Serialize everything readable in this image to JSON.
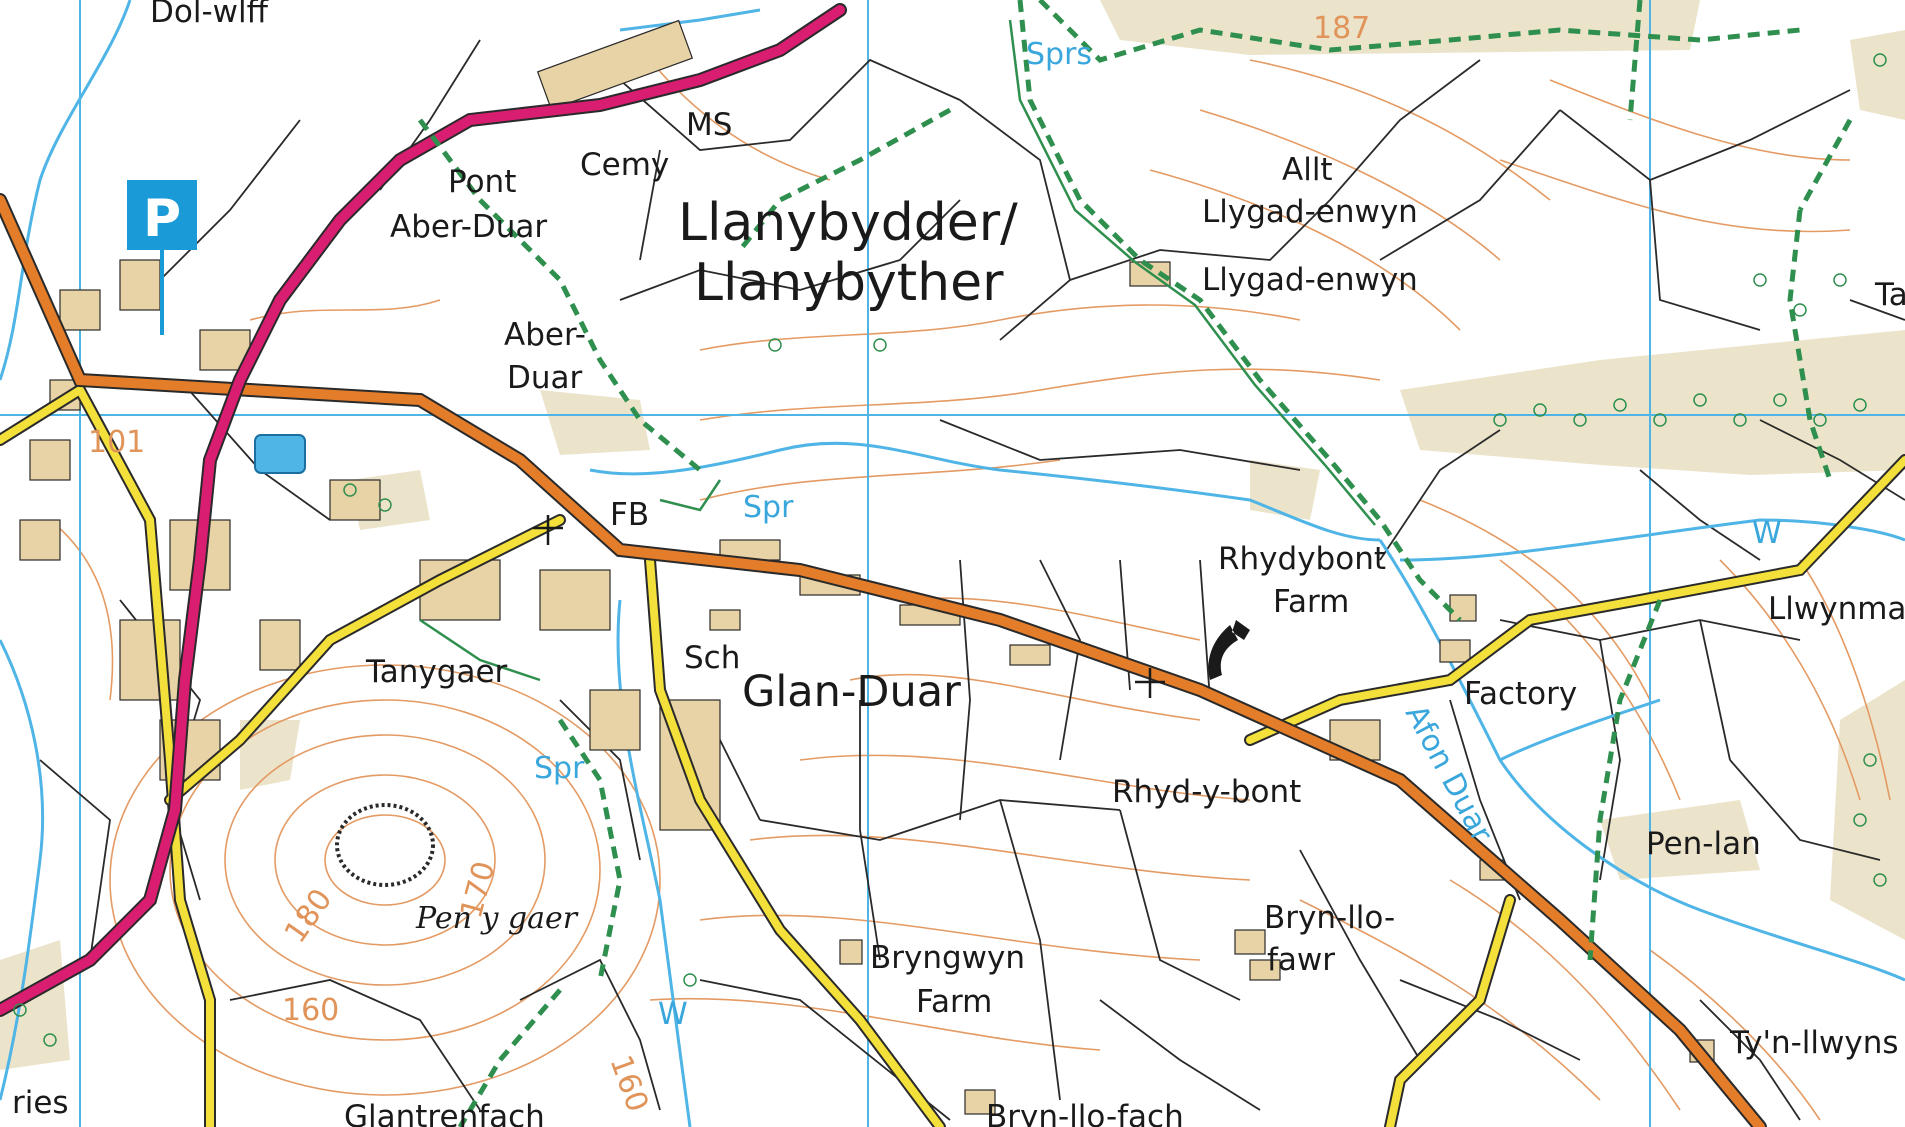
{
  "map": {
    "colors": {
      "background": "#ffffff",
      "grid": "#4fb4e6",
      "contour": "#e49a63",
      "field": "#2a2a2a",
      "a_road": "#d91e72",
      "b_road": "#e47d2a",
      "minor_road": "#f2df33",
      "water": "#4fb4e6",
      "woodland": "#e9e2c8",
      "footpath": "#2f8f4e",
      "building": "#e8d3a6"
    },
    "icons": {
      "parking": "P",
      "telephone": "telephone-icon"
    },
    "labels": {
      "top_left_cut": "Dol-wlff",
      "pont": "Pont",
      "aber_duar_bridge": "Aber-Duar",
      "cemy": "Cemy",
      "ms": "MS",
      "town_line1": "Llanybydder/",
      "town_line2": "Llanybyther",
      "aber_line1": "Aber-",
      "aber_line2": "Duar",
      "allt": "Allt",
      "llygad1": "Llygad-enwyn",
      "llygad2": "Llygad-enwyn",
      "sprs_top": "Sprs",
      "spot_187": "187",
      "ta_cut": "Ta",
      "height_101": "101",
      "fb": "FB",
      "spr_fb": "Spr",
      "rhydybont": "Rhydybont",
      "farm_rhyd": "Farm",
      "w_right": "W",
      "llwynma": "Llwynma",
      "tanygaer": "Tanygaer",
      "sch": "Sch",
      "glan_duar": "Glan-Duar",
      "factory": "Factory",
      "afon_duar": "Afon Duar",
      "rhyd_y_bont": "Rhyd-y-bont",
      "spr_mid": "Spr",
      "pen_lan": "Pen-lan",
      "contour_170": "170",
      "contour_180": "180",
      "pen_y_gaer": "Pen y gaer",
      "bryn_llo1": "Bryn-llo-",
      "bryn_llo2": "fawr",
      "bryngwyn": "Bryngwyn",
      "farm_bryngwyn": "Farm",
      "contour_160a": "160",
      "contour_160b": "160",
      "w_bottom": "W",
      "tyn_llwyn": "Ty'n-llwyns",
      "ries": "ries",
      "glantrenfach": "Glantrenfach",
      "bryn_llo_fach": "Bryn-llo-fach"
    }
  }
}
